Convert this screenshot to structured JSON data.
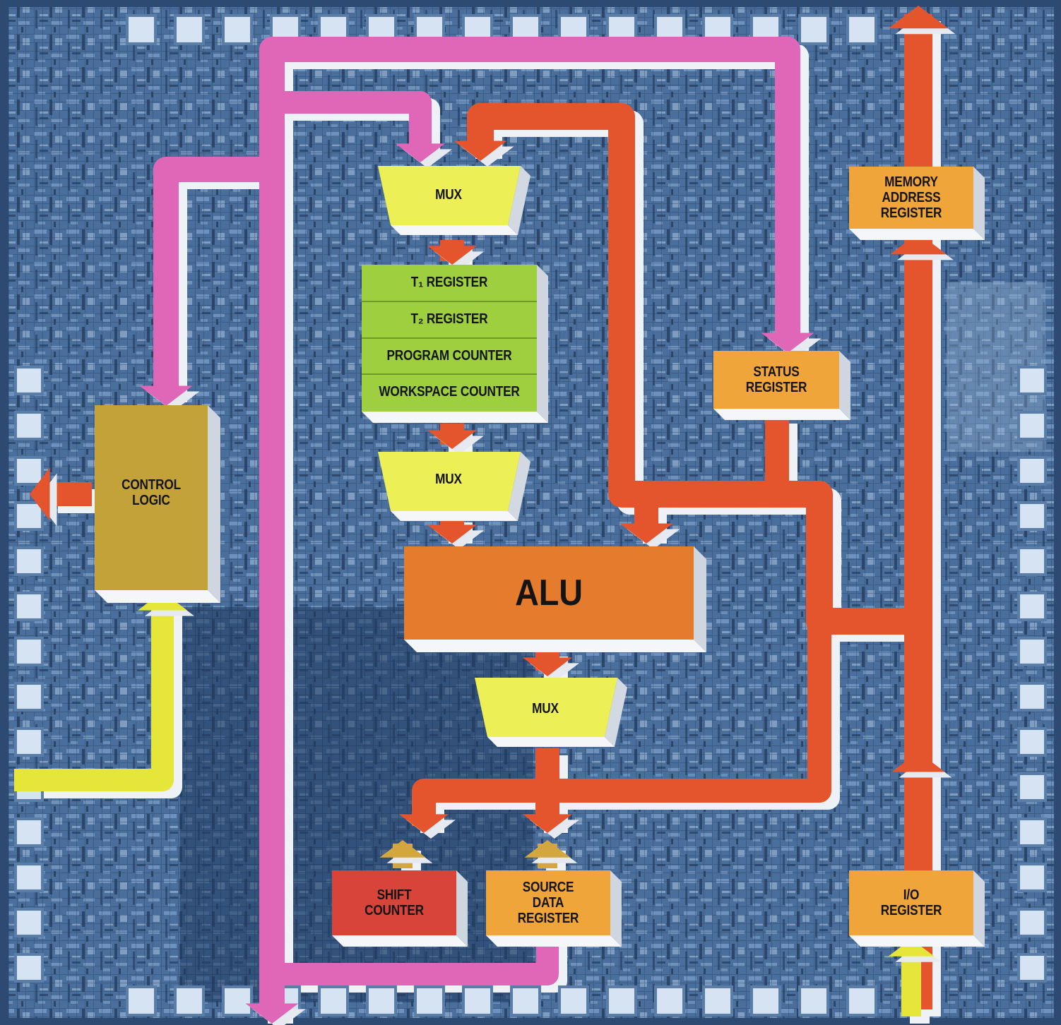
{
  "colors": {
    "die_background": "#4d74a3",
    "control_bus": "#e066b8",
    "data_bus": "#e5552d",
    "io_signal": "#e6e63a",
    "register_block": "#9ecf3e",
    "mux_block": "#ecef55",
    "alu_block": "#e57b2c",
    "control_logic_block": "#c4a23a",
    "shift_counter_block": "#d8443a",
    "orange_register_block": "#f0a53a"
  },
  "blocks": {
    "mux_top": "MUX",
    "register_stack": [
      "T₁ REGISTER",
      "T₂ REGISTER",
      "PROGRAM COUNTER",
      "WORKSPACE COUNTER"
    ],
    "mux_middle": "MUX",
    "alu": "ALU",
    "mux_bottom": "MUX",
    "control_logic": "CONTROL\nLOGIC",
    "status_register": "STATUS\nREGISTER",
    "memory_address_register": "MEMORY\nADDRESS\nREGISTER",
    "shift_counter": "SHIFT\nCOUNTER",
    "source_data_register": "SOURCE\nDATA\nREGISTER",
    "io_register": "I/O\nREGISTER"
  }
}
